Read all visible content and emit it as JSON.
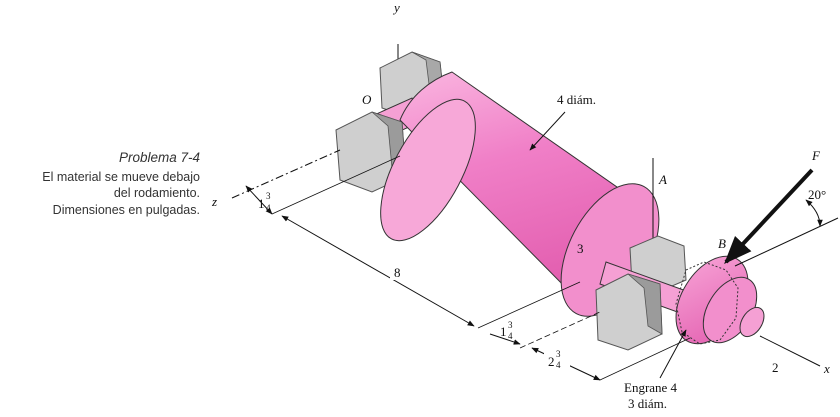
{
  "caption": {
    "title": "Problema 7-4",
    "lines": [
      "El material se mueve debajo",
      "del rodamiento.",
      "Dimensiones en pulgadas."
    ]
  },
  "labels": {
    "axis_y": "y",
    "axis_z": "z",
    "axis_x": "x",
    "point_o": "O",
    "point_a": "A",
    "point_b": "B",
    "force": "F",
    "roller_dia": "4 diám.",
    "roller_len": "3",
    "angle": "20°",
    "dim_8": "8",
    "dim_2": "2",
    "dim_1_34_top_whole": "1",
    "dim_1_34_bottom_whole": "1",
    "dim_2_34_whole": "2",
    "frac_num": "3",
    "frac_den": "4",
    "gear_name": "Engrane 4",
    "gear_dia": "3 diám."
  },
  "colors": {
    "roller": "#f07fc7",
    "roller_dark": "#e35fb0",
    "roller_light": "#fab6e0",
    "block": "#c9c9c9",
    "block_dark": "#8f8f8f",
    "line": "#111111"
  }
}
